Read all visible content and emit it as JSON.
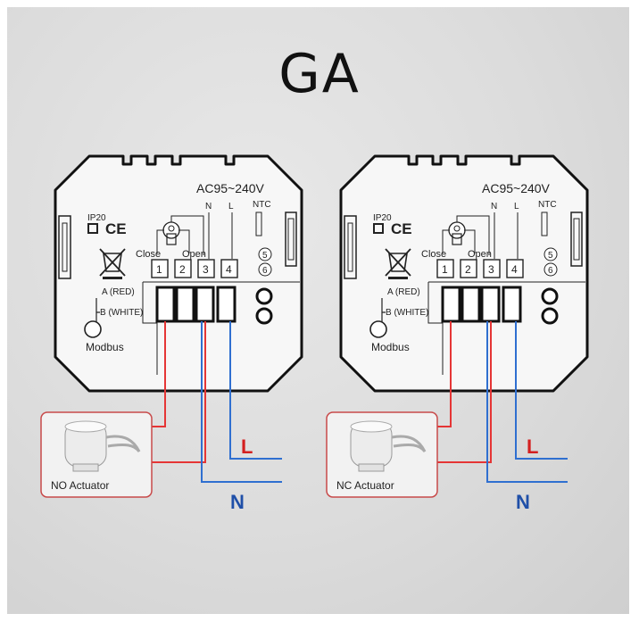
{
  "title": "GA",
  "units": [
    {
      "voltage": "AC95~240V",
      "ip": "IP20",
      "ce": "CE",
      "ntc": "NTC",
      "ntc_pins": [
        "5",
        "6"
      ],
      "n_label": "N",
      "l_label": "L",
      "close_label": "Close",
      "open_label": "Open",
      "terminals": [
        "1",
        "2",
        "3",
        "4"
      ],
      "a_label": "A (RED)",
      "b_label": "B (WHITE)",
      "modbus": "Modbus",
      "actuator_label": "NO Actuator",
      "line_L": "L",
      "line_N": "N"
    },
    {
      "voltage": "AC95~240V",
      "ip": "IP20",
      "ce": "CE",
      "ntc": "NTC",
      "ntc_pins": [
        "5",
        "6"
      ],
      "n_label": "N",
      "l_label": "L",
      "close_label": "Close",
      "open_label": "Open",
      "terminals": [
        "1",
        "2",
        "3",
        "4"
      ],
      "a_label": "A (RED)",
      "b_label": "B (WHITE)",
      "modbus": "Modbus",
      "actuator_label": "NC Actuator",
      "line_L": "L",
      "line_N": "N"
    }
  ],
  "colors": {
    "live_wire": "#e53535",
    "neutral_wire": "#2f6fd0",
    "L_text": "#d42020",
    "N_text": "#1f4fa8",
    "actuator_frame": "#c84a4a"
  }
}
